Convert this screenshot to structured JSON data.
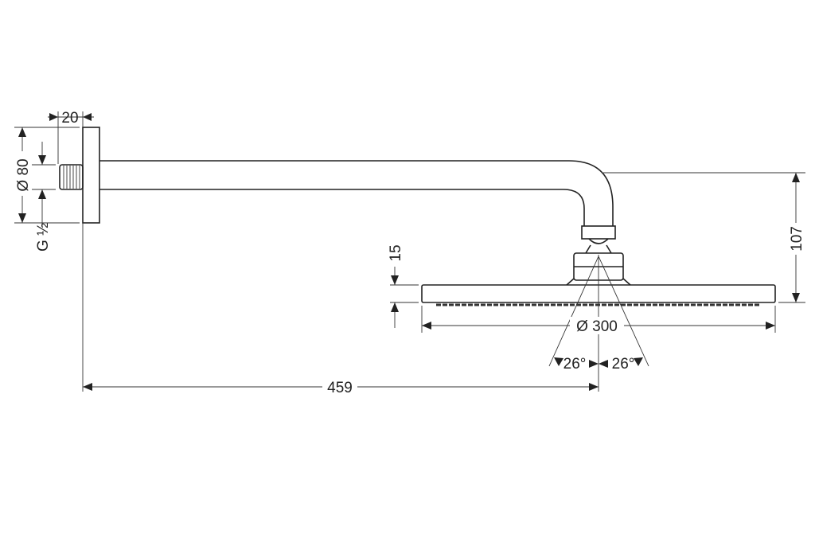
{
  "drawing": {
    "title": "Overhead shower with wall arm - dimension drawing",
    "dimensions": {
      "flange_depth": "20",
      "flange_diameter": "Ø 80",
      "thread": "G ½",
      "plate_thickness": "15",
      "height_drop": "107",
      "plate_diameter": "Ø 300",
      "arm_projection": "459",
      "spray_angle_left": "26°",
      "spray_angle_right": "26°"
    }
  }
}
